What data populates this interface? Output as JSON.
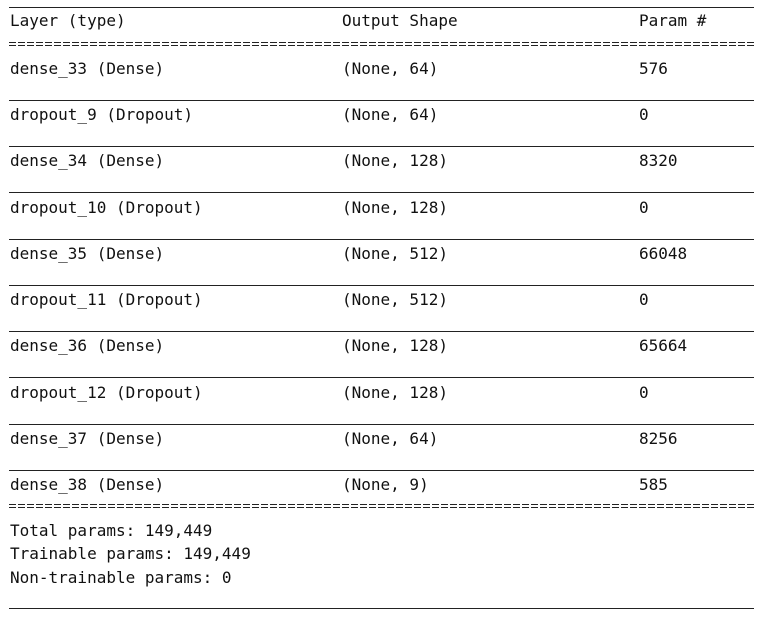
{
  "header": {
    "col_layer": "Layer (type)",
    "col_shape": "Output Shape",
    "col_params": "Param #"
  },
  "rows": [
    {
      "layer": "dense_33 (Dense)",
      "shape": "(None, 64)",
      "params": "576"
    },
    {
      "layer": "dropout_9 (Dropout)",
      "shape": "(None, 64)",
      "params": "0"
    },
    {
      "layer": "dense_34 (Dense)",
      "shape": "(None, 128)",
      "params": "8320"
    },
    {
      "layer": "dropout_10 (Dropout)",
      "shape": "(None, 128)",
      "params": "0"
    },
    {
      "layer": "dense_35 (Dense)",
      "shape": "(None, 512)",
      "params": "66048"
    },
    {
      "layer": "dropout_11 (Dropout)",
      "shape": "(None, 512)",
      "params": "0"
    },
    {
      "layer": "dense_36 (Dense)",
      "shape": "(None, 128)",
      "params": "65664"
    },
    {
      "layer": "dropout_12 (Dropout)",
      "shape": "(None, 128)",
      "params": "0"
    },
    {
      "layer": "dense_37 (Dense)",
      "shape": "(None, 64)",
      "params": "8256"
    },
    {
      "layer": "dense_38 (Dense)",
      "shape": "(None, 9)",
      "params": "585"
    }
  ],
  "summary": {
    "total": "Total params: 149,449",
    "trainable": "Trainable params: 149,449",
    "non_trainable": "Non-trainable params: 0"
  }
}
